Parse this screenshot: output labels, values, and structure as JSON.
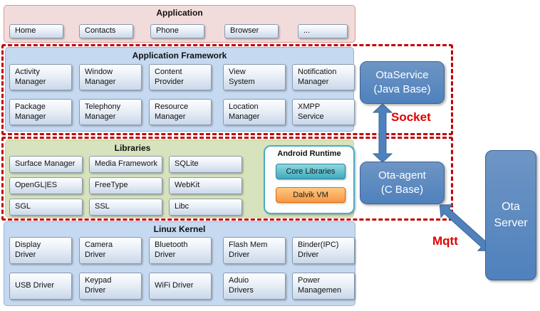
{
  "application": {
    "title": "Application",
    "items": [
      "Home",
      "Contacts",
      "Phone",
      "Browser",
      "..."
    ]
  },
  "framework": {
    "title": "Application Framework",
    "row1": [
      "Activity\nManager",
      "Window\nManager",
      "Content\nProvider",
      "View\nSystem",
      "Notification\nManager"
    ],
    "row2": [
      "Package\nManager",
      "Telephony\nManager",
      "Resource\nManager",
      "Location\nManager",
      "XMPP\nService"
    ]
  },
  "libraries": {
    "title": "Libraries",
    "row1": [
      "Surface Manager",
      "Media Framework",
      "SQLite"
    ],
    "row2": [
      "OpenGL|ES",
      "FreeType",
      "WebKit"
    ],
    "row3": [
      "SGL",
      "SSL",
      "Libc"
    ]
  },
  "runtime": {
    "title": "Android Runtime",
    "items": [
      "Core Libraries",
      "Dalvik VM"
    ]
  },
  "kernel": {
    "title": "Linux Kernel",
    "row1": [
      "Display\nDriver",
      "Camera\nDriver",
      "Bluetooth\nDriver",
      "Flash Mem\nDriver",
      "Binder(IPC)\nDriver"
    ],
    "row2": [
      "USB Driver",
      "Keypad\nDriver",
      "WiFi Driver",
      "Aduio\nDrivers",
      "Power\nManagemen"
    ]
  },
  "ota": {
    "service": "OtaService\n(Java Base)",
    "agent": "Ota-agent\n(C Base)",
    "server": "Ota\nServer",
    "socket_label": "Socket",
    "mqtt_label": "Mqtt"
  },
  "colors": {
    "accent_blue": "#4f81bd",
    "dashed_red": "#c00000",
    "label_red": "#e10000",
    "runtime_teal": "#4bacc6",
    "dalvik_orange": "#f79646",
    "section_pink": "#f2dcdb",
    "section_blue": "#c5d9f1",
    "section_green": "#d6e3bc"
  }
}
